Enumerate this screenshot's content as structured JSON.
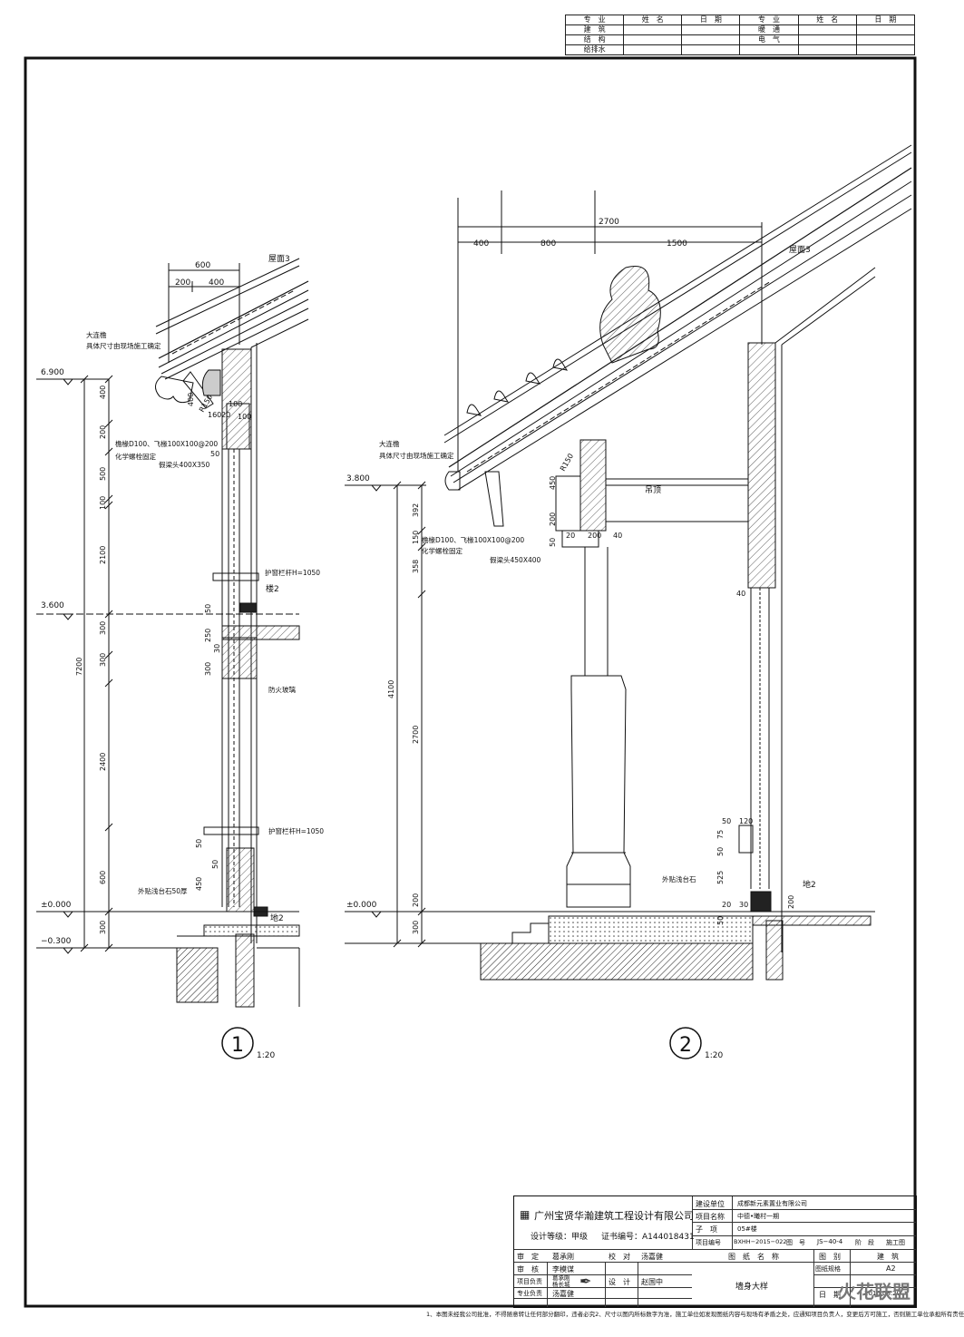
{
  "signoff": {
    "rows": [
      [
        "专　业",
        "姓　名",
        "日　期",
        "专　业",
        "姓　名",
        "日　期"
      ],
      [
        "建　筑",
        "",
        "",
        "暖　通",
        "",
        ""
      ],
      [
        "结　构",
        "",
        "",
        "电　气",
        "",
        ""
      ],
      [
        "给排水",
        "",
        "",
        "",
        "",
        ""
      ]
    ]
  },
  "section1": {
    "top_dims": [
      "600",
      "200",
      "400"
    ],
    "roof_label": "屋面3",
    "eave_note": [
      "大连檐",
      "具体尺寸由现场施工确定"
    ],
    "rafter_note": [
      "檐椽D100、飞椽100X100@200",
      "化学螺栓固定"
    ],
    "beam_note": "假梁头400X350",
    "small_dims": [
      "R150",
      "400",
      "160",
      "20",
      "100",
      "100",
      "50"
    ],
    "elev": [
      "6.900",
      "3.600",
      "±0.000",
      "−0.300"
    ],
    "vdims_inner": [
      "400",
      "200",
      "500",
      "100",
      "2100",
      "300",
      "300",
      "2400",
      "600",
      "300"
    ],
    "vdim_total": "7200",
    "mid_dims": [
      "50",
      "250",
      "30",
      "300"
    ],
    "railing_upper": "护窗栏杆H=1050",
    "floor_label": "楼2",
    "glass_label": "防火玻璃",
    "railing_lower": "护窗栏杆H=1050",
    "base_dims": [
      "50",
      "50",
      "450"
    ],
    "stone_label": "外贴浅台石50厚",
    "ground_label": "地2",
    "number": "1",
    "scale": "1:20"
  },
  "section2": {
    "top_total": "2700",
    "top_dims": [
      "400",
      "800",
      "1500"
    ],
    "roof_label": "屋面3",
    "eave_note": [
      "大连檐",
      "具体尺寸由现场施工确定"
    ],
    "rafter_note": [
      "檐椽D100、飞椽100X100@200",
      "化学螺栓固定"
    ],
    "beam_note": "假梁头450X400",
    "small_dims": [
      "R150",
      "450",
      "200",
      "50",
      "20",
      "200",
      "40",
      "40"
    ],
    "ceiling_label": "吊顶",
    "elev": [
      "3.800",
      "±0.000"
    ],
    "vdims_inner": [
      "392",
      "150",
      "358",
      "2700",
      "200",
      "300"
    ],
    "vdim_total": "4100",
    "base_dims": [
      "50",
      "120",
      "75",
      "50",
      "525",
      "20",
      "30",
      "50",
      "200"
    ],
    "stone_label": "外贴浅台石",
    "ground_label": "地2",
    "number": "2",
    "scale": "1:20"
  },
  "titleblock": {
    "company": "广州宝贤华瀚建筑工程设计有限公司",
    "grade": "设计等级：甲级",
    "cert": "证书编号：A144018431",
    "client_label": "建设单位",
    "client": "成都新元素置业有限公司",
    "project_label": "项目名称",
    "project": "中德•曦村一期",
    "sub_label": "子　项",
    "sub": "05#楼",
    "projno_label": "项目编号",
    "projno": "BXHH−2015−022",
    "drawno_label": "图　号",
    "drawno": "JS−40-4",
    "stage_label": "阶　段",
    "stage": "施工图",
    "drawing_label": "图　纸　名　称",
    "cat_label": "图　别",
    "cat": "建　筑",
    "size_label": "图纸规格",
    "size": "A2",
    "date_label": "日　期",
    "date": "2016.08.20",
    "drawing_name": "墙身大样",
    "roles": [
      [
        "审　定",
        "葛承刚"
      ],
      [
        "审　核",
        "李模谋"
      ],
      [
        "项目负责",
        "葛承刚\n杨长城"
      ],
      [
        "专业负责",
        "汤嘉健"
      ]
    ],
    "roles2": [
      [
        "校　对",
        "汤嘉健"
      ],
      [
        "设　计",
        "赵国中"
      ]
    ],
    "note": "1、本图未经我公司批准，不得随意转让任何部分翻印，违者必究2、尺寸以图内所标数字为准，施工单位如发现图纸内容与现场有矛盾之处，应通知项目负责人，变更后方可施工，否则施工单位承担所有责任"
  },
  "watermark": "火花联盟"
}
